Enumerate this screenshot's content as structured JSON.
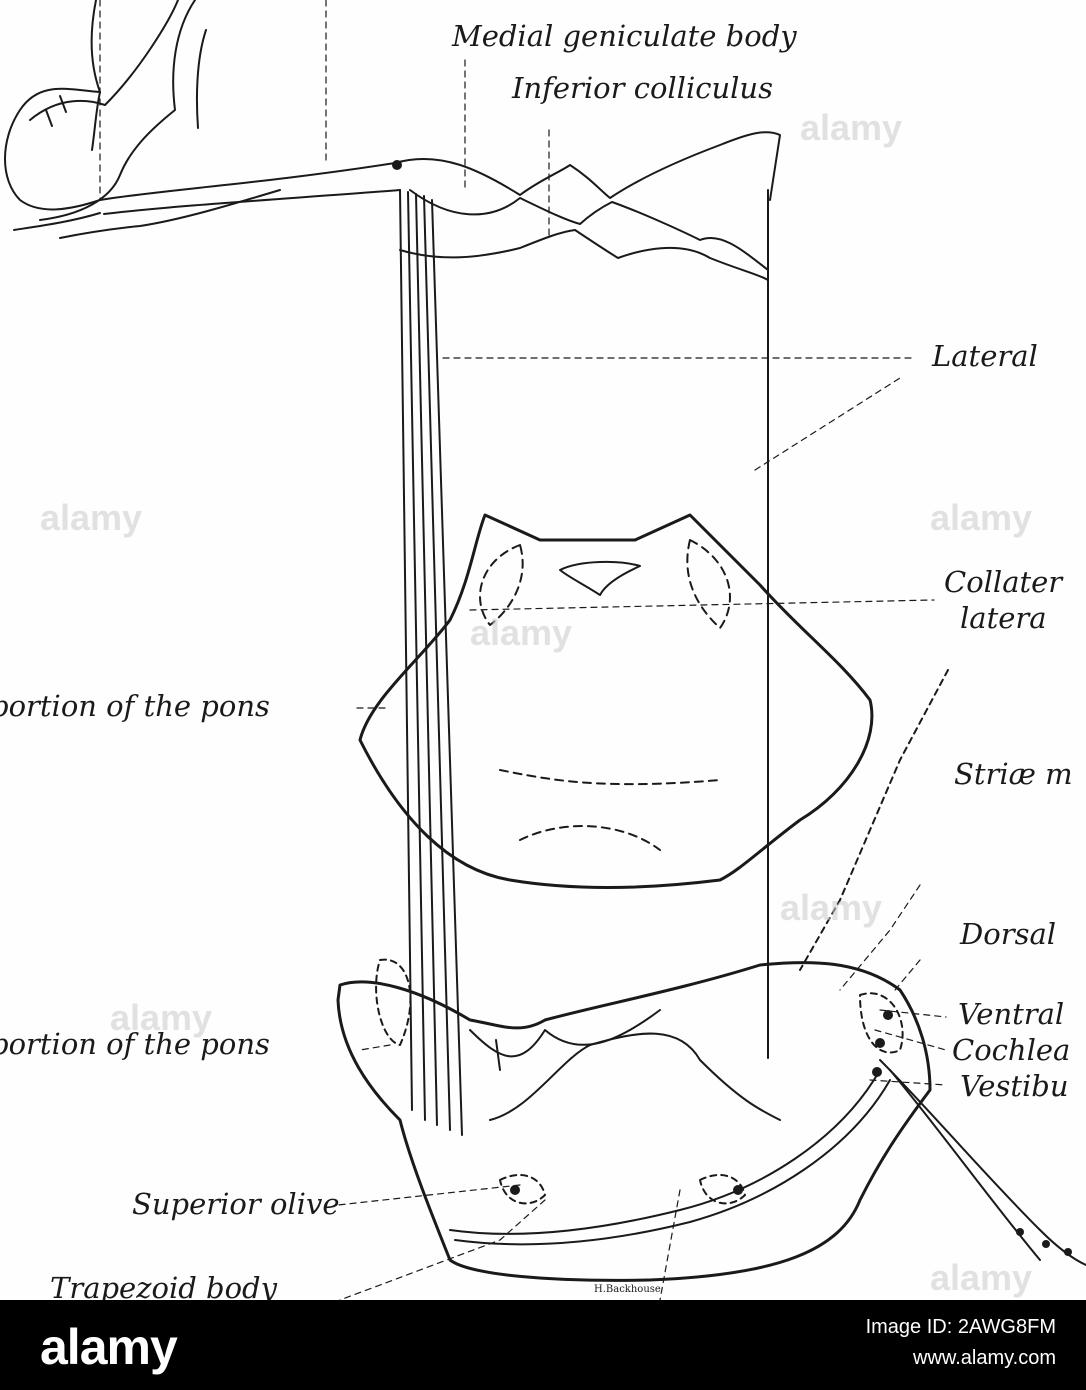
{
  "diagram": {
    "labels": {
      "medial_geniculate": "Medial geniculate body",
      "inferior_colliculus": "Inferior colliculus",
      "lateral": "Lateral",
      "collateral": "Collater",
      "latera": "latera",
      "portion_pons_upper": "portion of the pons",
      "striae": "Striæ m",
      "dorsal": "Dorsal",
      "ventral": "Ventral",
      "cochlea": "Cochlea",
      "vestibu": "Vestibu",
      "portion_pons_lower": "portion of the pons",
      "superior_olive": "Superior olive",
      "trapezoid": "Trapezoid body",
      "signature": "H.Backhouse"
    },
    "watermark": "alamy"
  },
  "footer": {
    "brand": "alamy",
    "image_id": "Image ID: 2AWG8FM",
    "url": "www.alamy.com"
  },
  "colors": {
    "ink": "#1a1a1a",
    "background": "#fefefe",
    "bar": "#000000"
  }
}
